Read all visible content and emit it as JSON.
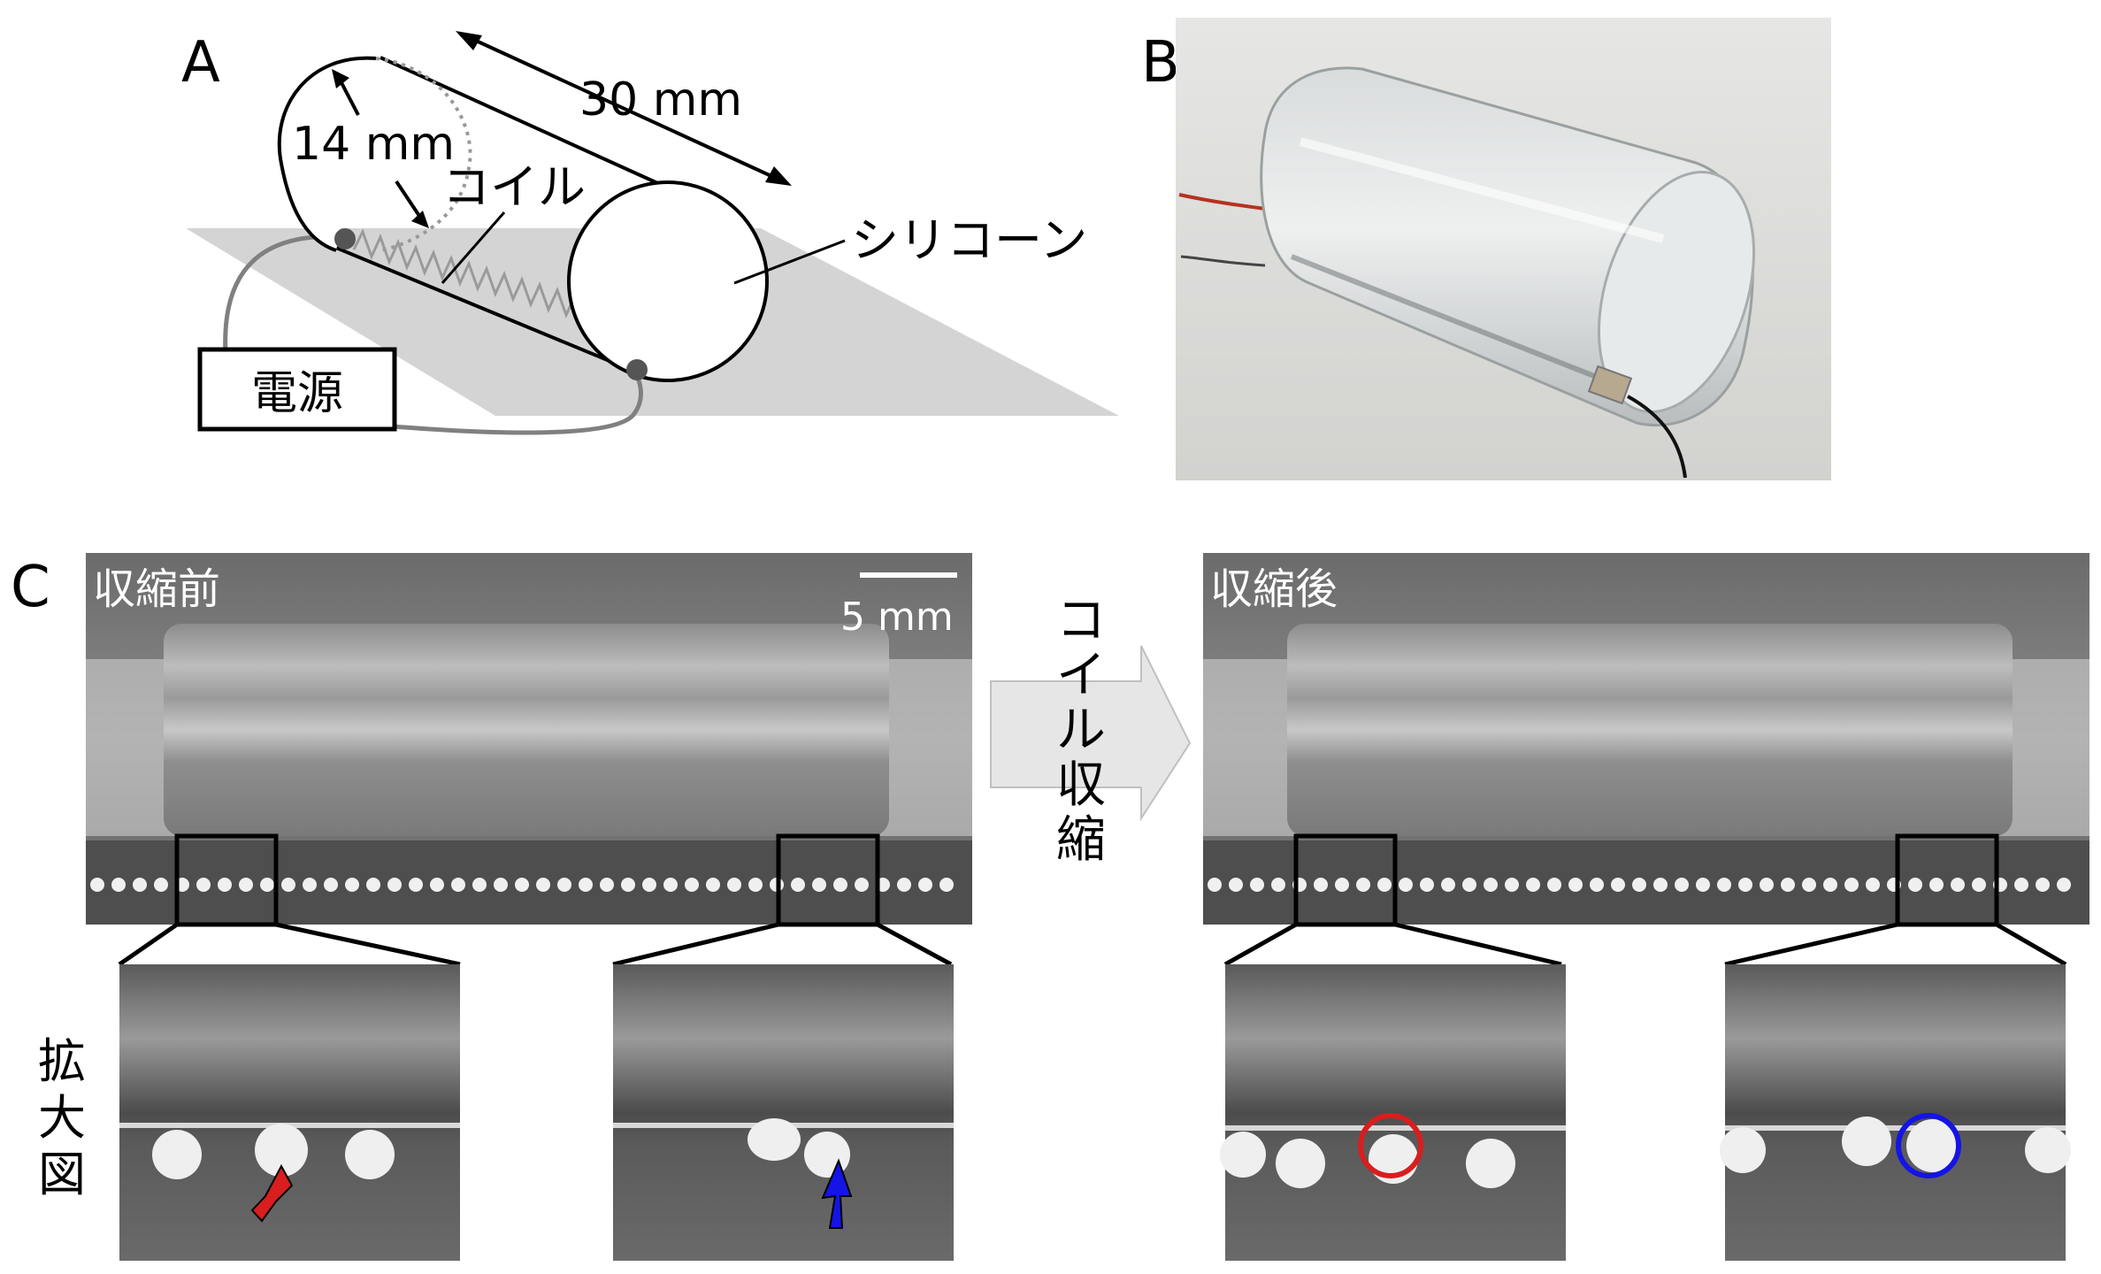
{
  "panel_a": {
    "label": "A",
    "dim_length": "30 mm",
    "dim_diameter": "14 mm",
    "coil_label": "コイル",
    "silicone_label": "シリコーン",
    "power_label": "電源"
  },
  "panel_b": {
    "label": "B"
  },
  "panel_c": {
    "label": "C",
    "before_label": "収縮前",
    "after_label": "収縮後",
    "scale_label": "5 mm",
    "arrow_text": [
      "コ",
      "イ",
      "ル",
      "収",
      "縮"
    ],
    "zoom_label": [
      "拡",
      "大",
      "図"
    ],
    "marker_colors": {
      "before_left_arrow": "#d81e1e",
      "before_right_arrow": "#1414e6",
      "after_left_circle": "#d81e1e",
      "after_right_circle": "#1414e6"
    }
  }
}
